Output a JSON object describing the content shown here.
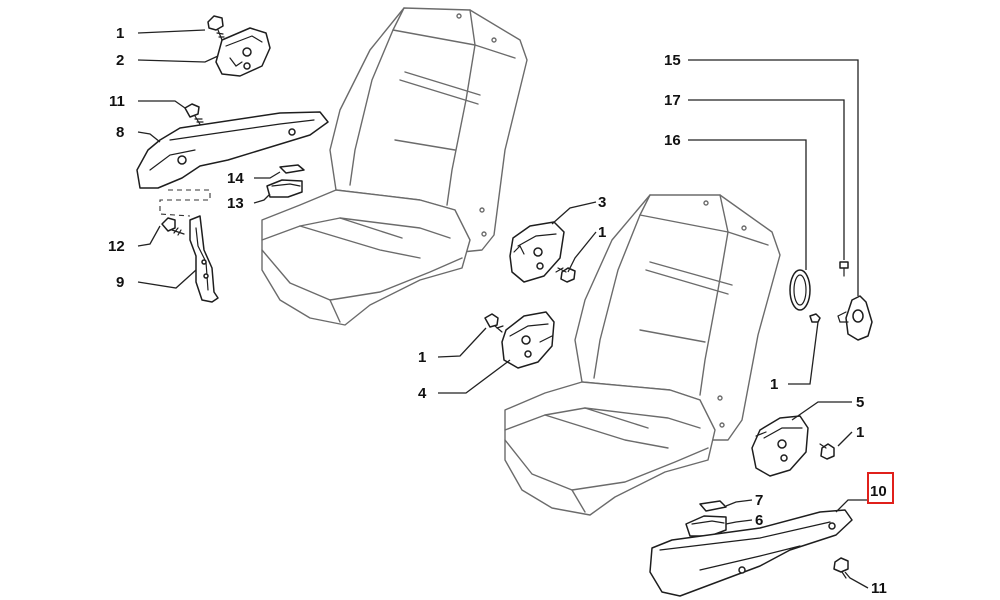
{
  "diagram": {
    "highlight_color": "#e0201b",
    "callouts": {
      "c1a": "1",
      "c2": "2",
      "c11a": "11",
      "c8": "8",
      "c14": "14",
      "c13": "13",
      "c12": "12",
      "c9": "9",
      "c3": "3",
      "c1b": "1",
      "c1c": "1",
      "c4": "4",
      "c15": "15",
      "c17": "17",
      "c16": "16",
      "c1d": "1",
      "c5": "5",
      "c1e": "1",
      "c10": "10",
      "c7": "7",
      "c6": "6",
      "c11b": "11"
    }
  }
}
